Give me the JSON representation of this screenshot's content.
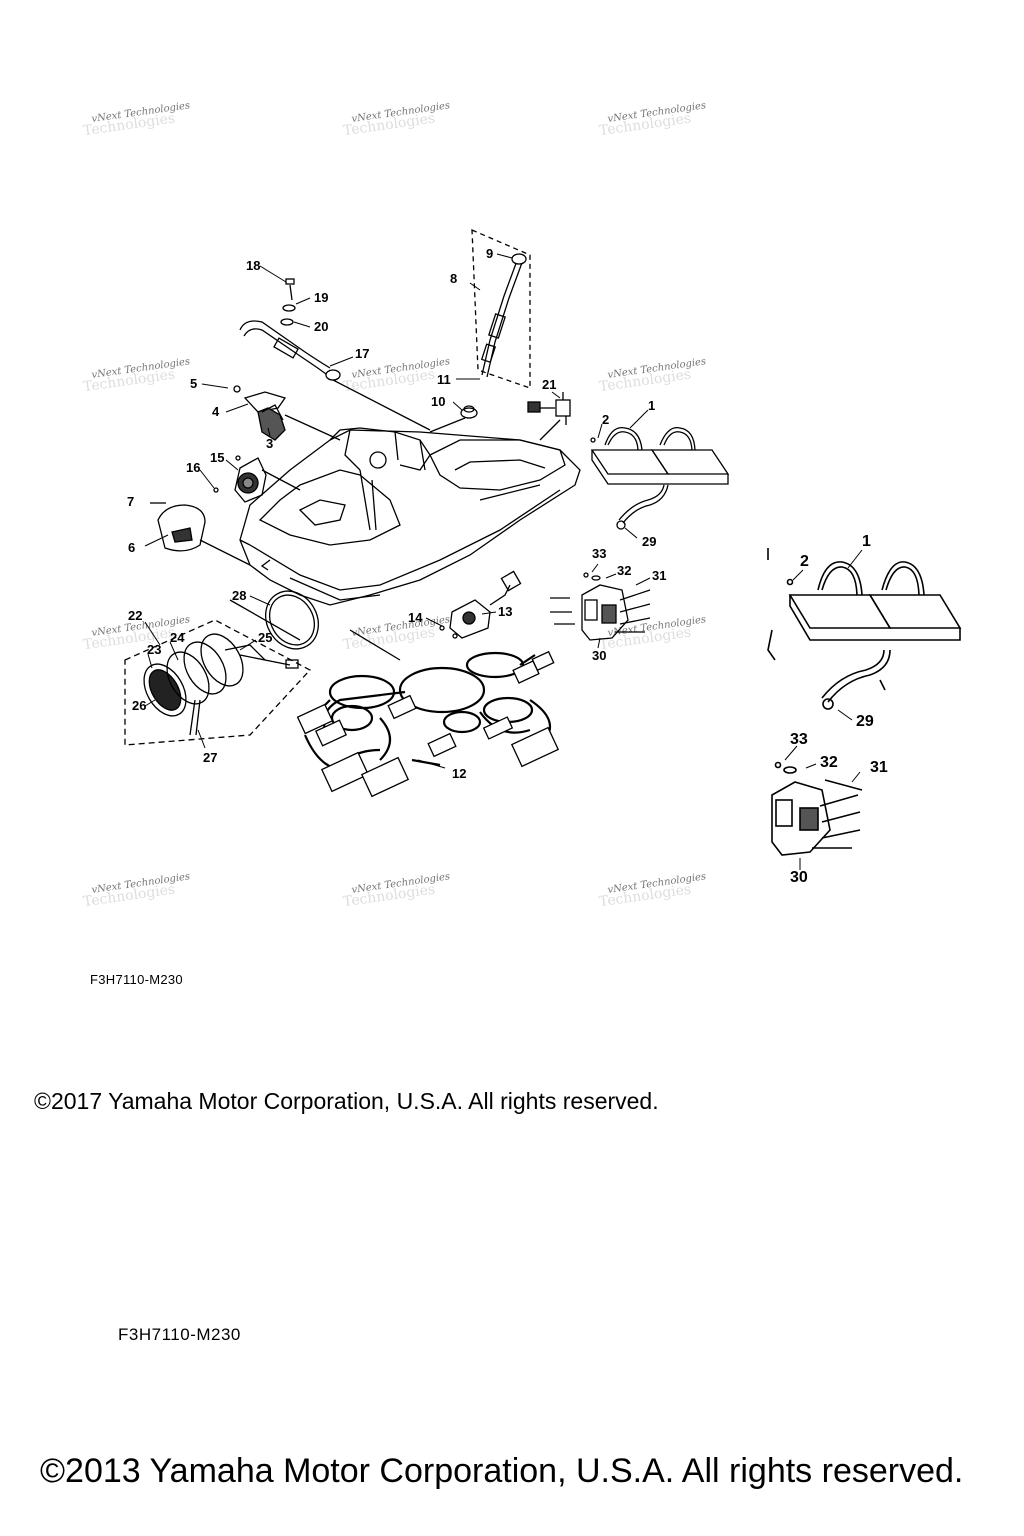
{
  "watermark": {
    "text": "vNext Technologies",
    "ghost": "Technologies"
  },
  "callouts": [
    "1",
    "2",
    "3",
    "4",
    "5",
    "6",
    "7",
    "8",
    "9",
    "10",
    "11",
    "12",
    "13",
    "14",
    "15",
    "16",
    "17",
    "18",
    "19",
    "20",
    "21",
    "22",
    "23",
    "24",
    "25",
    "26",
    "27",
    "28",
    "29",
    "30",
    "31",
    "32",
    "33"
  ],
  "inset_callouts": [
    "1",
    "2",
    "29",
    "30",
    "31",
    "32",
    "33"
  ],
  "drawing_code_top": "F3H7110-M230",
  "copyright_top": "©2017 Yamaha Motor Corporation, U.S.A. All rights reserved.",
  "drawing_code_bottom": "F3H7110-M230",
  "copyright_bottom": "©2013 Yamaha Motor Corporation, U.S.A. All rights reserved."
}
